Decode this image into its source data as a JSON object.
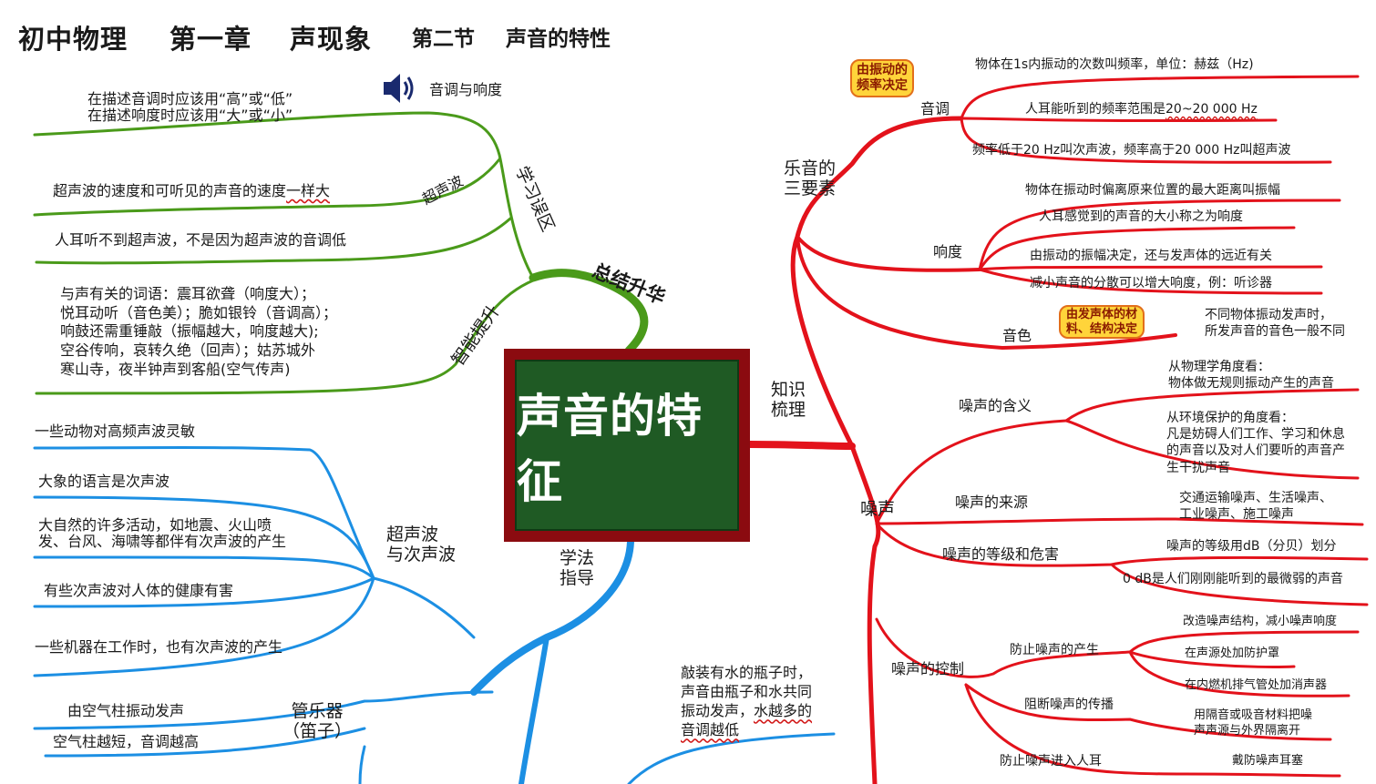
{
  "header": {
    "subject": "初中物理",
    "chapter": "第一章",
    "chapter_name": "声现象",
    "section": "第二节",
    "section_name": "声音的特性"
  },
  "center": {
    "title": "声音的特征"
  },
  "colors": {
    "green": "#4a9a1a",
    "red": "#e3121b",
    "blue": "#1c8fe3",
    "board": "#1f5a24",
    "frame": "#8b0b10"
  },
  "icons": {
    "speaker": "speaker-icon"
  },
  "summary": {
    "label": "总结升华",
    "misconceptions": {
      "label": "学习误区",
      "pitch_loudness": {
        "label": "音调与响度",
        "text": "在描述音调时应该用“高”或“低”\n在描述响度时应该用“大”或“小”"
      },
      "ultrasound": {
        "label": "超声波",
        "item1": "超声波的速度和可听见的声音的速度",
        "item1_mark": "一样大",
        "item2": "人耳听不到超声波，不是因为超声波的音调低"
      }
    },
    "wisdom": {
      "label": "智能提升",
      "text": "与声有关的词语：震耳欲聋（响度大）；\n悦耳动听（音色美）；脆如银铃（音调高）；\n响鼓还需重锤敲（振幅越大，响度越大);\n空谷传响，哀转久绝（回声）；姑苏城外\n寒山寺，夜半钟声到客船(空气传声)"
    }
  },
  "method": {
    "label": "学法\n指导",
    "infra_ultra": {
      "label": "超声波\n与次声波",
      "items": [
        "一些动物对高频声波灵敏",
        "大象的语言是次声波",
        "大自然的许多活动，如地震、火山喷\n发、台风、海啸等都伴有次声波的产生",
        "有些次声波对人体的健康有害",
        "一些机器在工作时，也有次声波的产生"
      ]
    },
    "wind": {
      "label": "管乐器\n（笛子）",
      "items": [
        "由空气柱振动发声",
        "空气柱越短，音调越高"
      ]
    },
    "bottle": {
      "text": "敲装有水的瓶子时，\n声音由瓶子和水共同\n振动发声，",
      "mark1": "水越多的",
      "mark2": "音调越低"
    }
  },
  "knowledge": {
    "label": "知识\n梳理",
    "elements": {
      "label": "乐音的\n三要素",
      "pitch": {
        "label": "音调",
        "note": "由振动的\n频率决定",
        "items": [
          "物体在1s内振动的次数叫频率，单位：赫兹（Hz)",
          "人耳能听到的频率范围是",
          "频率低于20 Hz叫次声波，频率高于20 000 Hz叫超声波"
        ],
        "range_mark": "20~20 000 Hz"
      },
      "loudness": {
        "label": "响度",
        "items": [
          "物体在振动时偏离原来位置的最大距离叫振幅",
          "人耳感觉到的声音的大小称之为响度",
          "由振动的振幅决定，还与发声体的远近有关",
          "减小声音的分散可以增大响度，例：听诊器"
        ]
      },
      "timbre": {
        "label": "音色",
        "note": "由发声体的材\n料、结构决定",
        "text": "不同物体振动发声时，\n所发声音的音色一般不同"
      }
    },
    "noise": {
      "label": "噪声",
      "meaning": {
        "label": "噪声的含义",
        "physics": "从物理学角度看：\n物体做无规则振动产生的声音",
        "environment": "从环境保护的角度看：\n凡是妨碍人们工作、学习和休息\n的声音以及对人们要听的声音产\n生干扰声音"
      },
      "sources": {
        "label": "噪声的来源",
        "text": "交通运输噪声、生活噪声、\n工业噪声、施工噪声"
      },
      "levels": {
        "label": "噪声的等级和危害",
        "items": [
          "噪声的等级用dB（分贝）划分",
          "0 dB是人们刚刚能听到的最微弱的声音"
        ]
      },
      "control": {
        "label": "噪声的控制",
        "source": {
          "label": "防止噪声的产生",
          "items": [
            "改造噪声结构，减小噪声响度",
            "在声源处加防护罩",
            "在内燃机排气管处加消声器"
          ]
        },
        "path": {
          "label": "阻断噪声的传播",
          "text": "用隔音或吸音材料把噪\n声声源与外界隔离开"
        },
        "ear": {
          "label": "防止噪声进入人耳",
          "items": [
            "戴防噪声耳塞"
          ]
        }
      }
    }
  }
}
